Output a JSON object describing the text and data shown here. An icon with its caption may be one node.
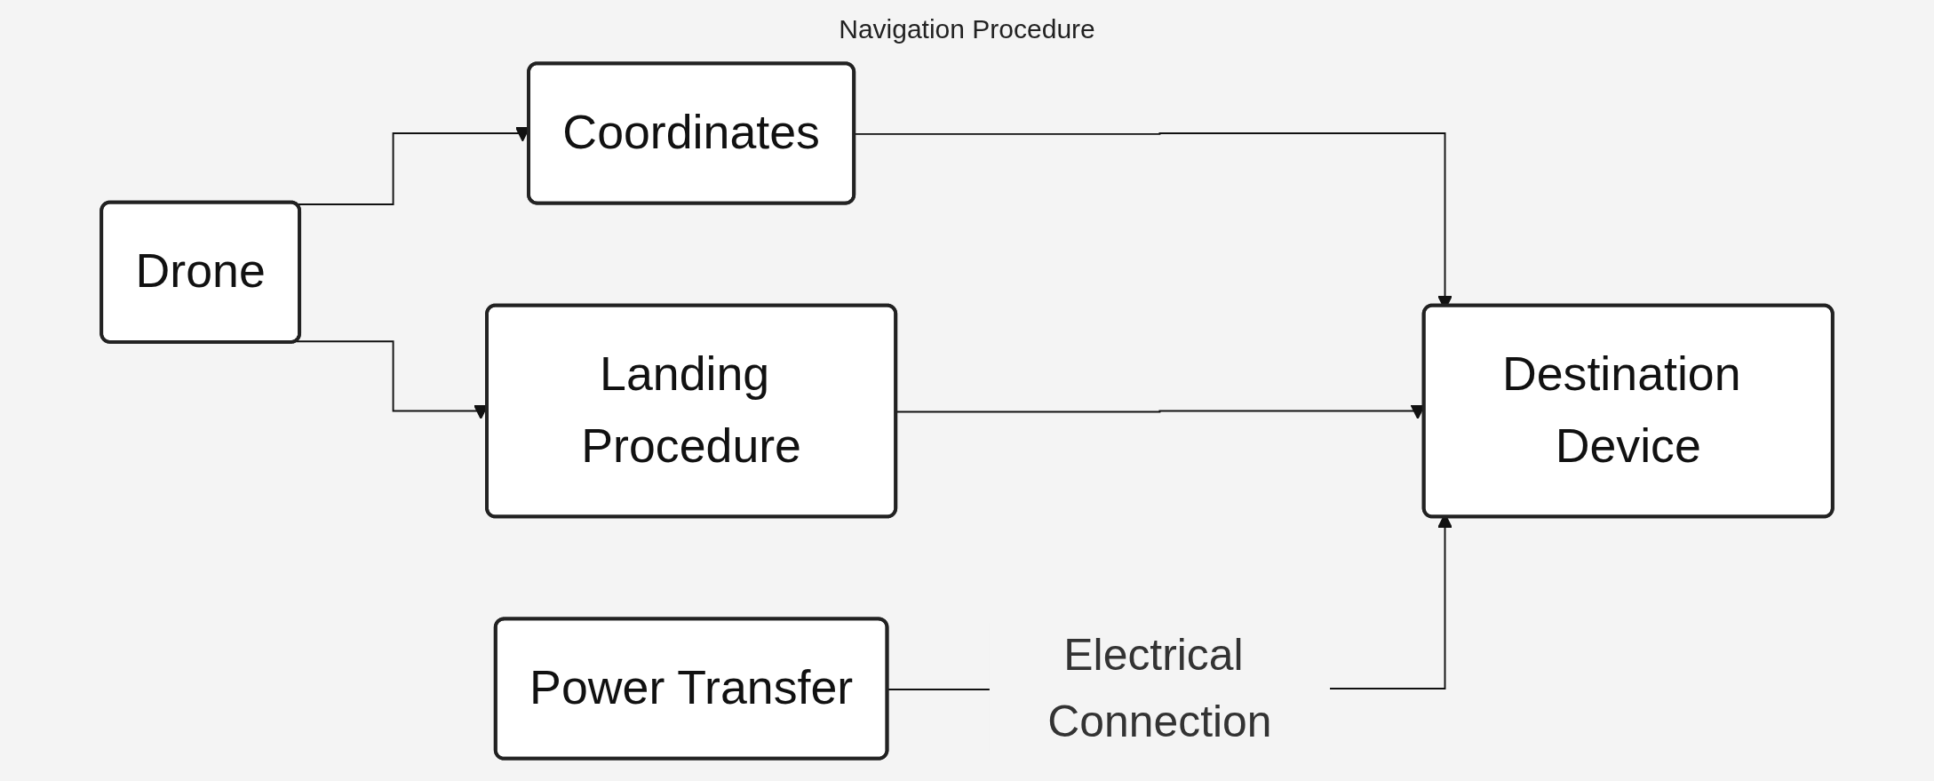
{
  "diagram": {
    "nodes": [
      {
        "text": [
          "Drone"
        ]
      },
      {
        "text": [
          "Coordinates"
        ]
      },
      {
        "text": [
          "Landing Procedure"
        ]
      },
      {
        "text": [
          "Destination Device"
        ]
      },
      {
        "text": [
          "Power Transfer"
        ]
      }
    ],
    "edges": [
      {
        "from": 0,
        "to": 1,
        "arrow": "to"
      },
      {
        "from": 0,
        "to": 2,
        "arrow": "to"
      },
      {
        "from": 1,
        "to": 3,
        "arrow": "to"
      },
      {
        "from": 2,
        "to": 3,
        "arrow": "to"
      },
      {
        "from": 4,
        "to": 3,
        "arrow": "to",
        "label": "Electrical Connection"
      }
    ],
    "labels": [
      "Navigation Procedure"
    ]
  }
}
